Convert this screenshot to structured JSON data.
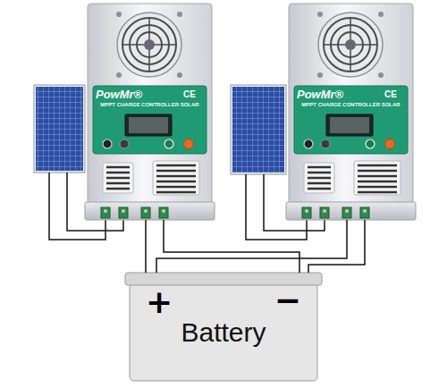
{
  "diagram": {
    "nodes": [
      {
        "text": [
          "PowMr®",
          "CE",
          "MPPT CHARGE CONTROLLER SOLAR"
        ]
      },
      {
        "text": [
          "PowMr®",
          "CE",
          "MPPT CHARGE CONTROLLER SOLAR"
        ]
      },
      {
        "text": [
          "+",
          "Battery",
          "−"
        ]
      }
    ],
    "edges": [
      {
        "from": 0,
        "to": 2,
        "arrow": "none"
      },
      {
        "from": 0,
        "to": 2,
        "arrow": "none"
      },
      {
        "from": 1,
        "to": 2,
        "arrow": "none"
      },
      {
        "from": 1,
        "to": 2,
        "arrow": "none"
      }
    ]
  }
}
